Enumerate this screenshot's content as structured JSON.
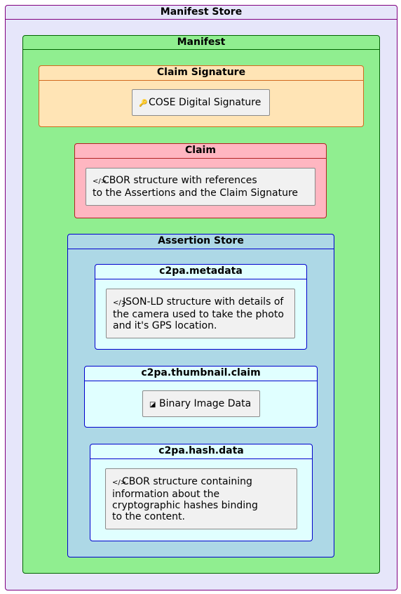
{
  "store": {
    "title": "Manifest Store",
    "manifest": {
      "title": "Manifest",
      "claim_signature": {
        "title": "Claim Signature",
        "note": {
          "icon": "key-icon",
          "glyph": "🔑",
          "lines": [
            "COSE Digital Signature"
          ]
        }
      },
      "claim": {
        "title": "Claim",
        "note": {
          "icon": "code-icon",
          "glyph": "</>",
          "lines": [
            "CBOR structure with references",
            "to the Assertions and the Claim Signature"
          ]
        }
      },
      "assertion_store": {
        "title": "Assertion Store",
        "metadata": {
          "title": "c2pa.metadata",
          "note": {
            "icon": "code-icon",
            "glyph": "</>",
            "lines": [
              "JSON-LD structure with details of",
              "the camera used to take the photo",
              "and it's GPS location."
            ]
          }
        },
        "thumbnail": {
          "title": "c2pa.thumbnail.claim",
          "note": {
            "icon": "image-icon",
            "glyph": "◪",
            "lines": [
              "Binary Image Data"
            ]
          }
        },
        "hash": {
          "title": "c2pa.hash.data",
          "note": {
            "icon": "code-icon",
            "glyph": "</>",
            "lines": [
              "CBOR structure containing",
              "information about the",
              "cryptographic hashes binding",
              "to the content."
            ]
          }
        }
      }
    }
  },
  "colors": {
    "store_bg": "#e6e6fa",
    "manifest_bg": "#90ee90",
    "signature_bg": "#ffe4b5",
    "claim_bg": "#ffb6c1",
    "assertion_store_bg": "#add8e6",
    "assertion_bg": "#e0ffff",
    "note_bg": "#f1f1f1"
  }
}
